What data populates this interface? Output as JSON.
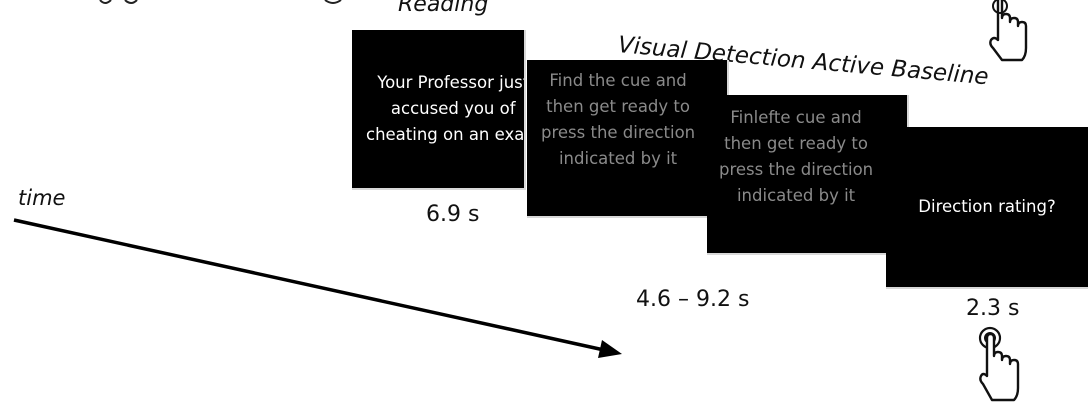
{
  "labels": {
    "reading": "Reading",
    "visual_detection": "Visual Detection Active Baseline",
    "time": "time"
  },
  "screens": [
    {
      "text": "Your Professor just\naccused you of\ncheating on an exam",
      "text_color": "#ffffff"
    },
    {
      "text": "Find the cue and\nthen get ready to\npress the direction\nindicated by it",
      "text_color": "#8a8a8a"
    },
    {
      "text": "Finlefte cue and\nthen get ready to\npress the direction\nindicated by it",
      "text_color": "#8a8a8a"
    },
    {
      "text": "Direction rating?",
      "text_color": "#ffffff"
    }
  ],
  "durations": {
    "reading": "6.9 s",
    "detection": "4.6 – 9.2 s",
    "rating": "2.3 s"
  },
  "colors": {
    "screen_bg": "#000000",
    "arrow": "#000000"
  },
  "icons": {
    "hand_top": "finger-tap-icon",
    "hand_bottom": "finger-tap-icon"
  }
}
